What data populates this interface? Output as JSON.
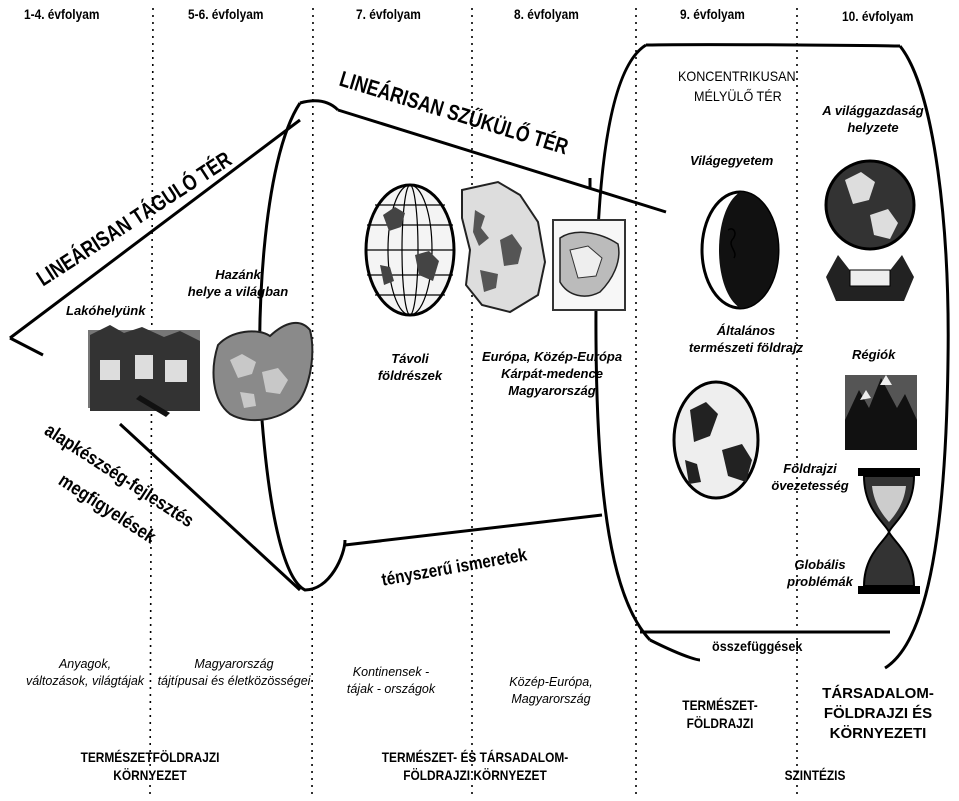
{
  "grades": [
    "1-4. évfolyam",
    "5-6. évfolyam",
    "7. évfolyam",
    "8. évfolyam",
    "9. évfolyam",
    "10. évfolyam"
  ],
  "sections": {
    "expanding": "LINEÁRISAN TÁGULÓ TÉR",
    "narrowing": "LINEÁRISAN SZŰKÜLŐ TÉR",
    "concentric_line1": "KONCENTRIKUSAN",
    "concentric_line2": "MÉLYÜLŐ TÉR"
  },
  "labels": {
    "lakohelyunk": "Lakóhelyünk",
    "hazank_1": "Hazánk",
    "hazank_2": "helye a világban",
    "tavoli_1": "Távoli",
    "tavoli_2": "földrészek",
    "europa_1": "Európa, Közép-Európa",
    "europa_2": "Kárpát-medence",
    "europa_3": "Magyarország",
    "vilagegyetem": "Világegyetem",
    "vilaggazdasag_1": "A világgazdaság",
    "vilaggazdasag_2": "helyzete",
    "altalanos_1": "Általános",
    "altalanos_2": "természeti földrajz",
    "regiok": "Régiók",
    "foldrajzi_1": "Földrajzi",
    "foldrajzi_2": "övezetesség",
    "globalis_1": "Globális",
    "globalis_2": "problémák"
  },
  "lower_labels": {
    "skill_1": "alapkészség-fejlesztés",
    "skill_2": "megfigyelések",
    "facts": "tényszerű ismeretek",
    "relations": "összefüggések"
  },
  "bottom": {
    "col1_1": "Anyagok,",
    "col1_2": "változások, világtájak",
    "col2_1": "Magyarország",
    "col2_2": "tájtípusai és életközösségei",
    "col3_1": "Kontinensek -",
    "col3_2": "tájak - országok",
    "col4_1": "Közép-Európa,",
    "col4_2": "Magyarország",
    "col5_1": "TERMÉSZET-",
    "col5_2": "FÖLDRAJZI",
    "col6_1": "TÁRSADALOM-",
    "col6_2": "FÖLDRAJZI ÉS",
    "col6_3": "KÖRNYEZETI",
    "cap1_1": "TERMÉSZETFÖLDRAJZI",
    "cap1_2": "KÖRNYEZET",
    "cap2_1": "TERMÉSZET- ÉS TÁRSADALOM-",
    "cap2_2": "FÖLDRAJZI KÖRNYEZET",
    "cap3": "SZINTÉZIS"
  }
}
